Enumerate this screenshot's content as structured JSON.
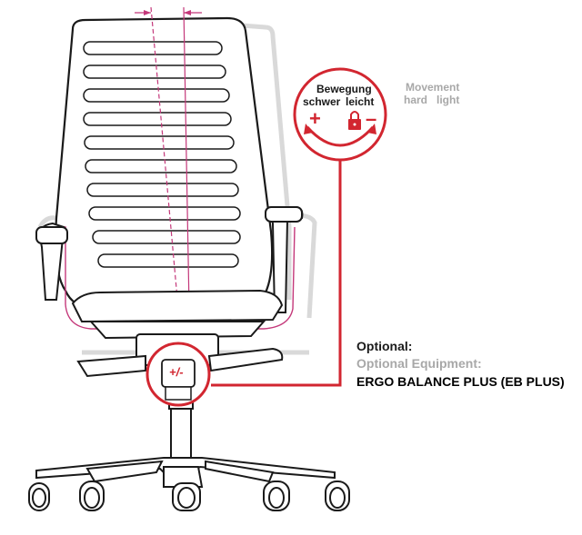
{
  "callout_top": {
    "line1": "Bewegung",
    "line2_left": "schwer",
    "line2_right": "leicht",
    "plus": "+",
    "minus": "–"
  },
  "english_label": {
    "line1": "Movement",
    "line2_left": "hard",
    "line2_right": "light"
  },
  "knob_label": "+/-",
  "optional": {
    "label": "Optional:",
    "label_en": "Optional Equipment:",
    "product": "ERGO BALANCE PLUS (EB PLUS)"
  },
  "colors": {
    "accent_red": "#d22630",
    "magenta_guide": "#c4387a",
    "outline": "#1a1a1a",
    "ghost_gray": "#d9d9d9",
    "english_gray": "#a8a8a8"
  },
  "icons": [
    "lock-icon",
    "rotate-arrows-icon"
  ]
}
